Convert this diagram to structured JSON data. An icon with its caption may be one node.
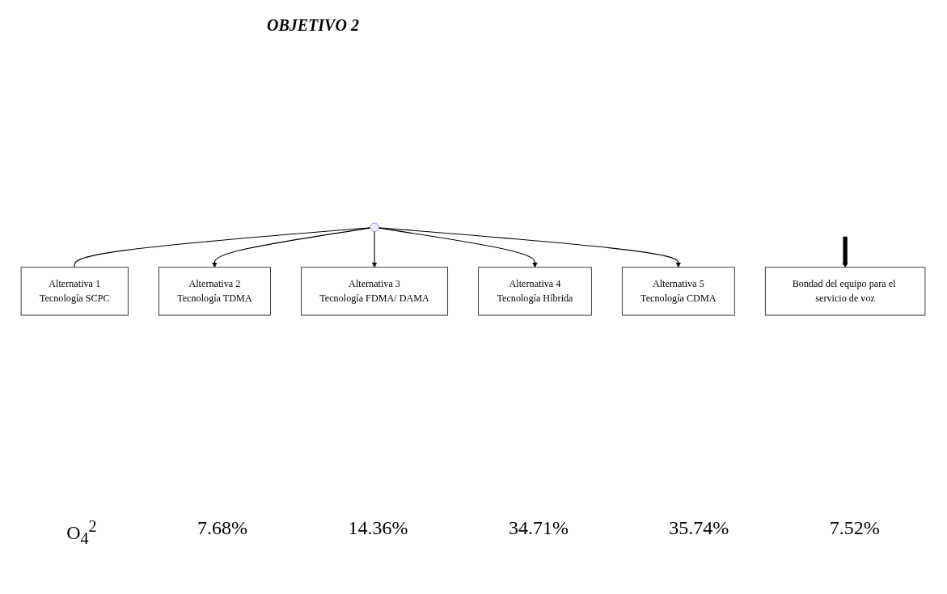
{
  "diagram": {
    "title": "OBJETIVO 2",
    "nodes": [
      {
        "text": [
          "Bondad del equipo para el servicio de voz"
        ]
      },
      {
        "text": [],
        "shape": "circle"
      },
      {
        "text": [
          "Alternativa 1",
          "Tecnología SCPC"
        ]
      },
      {
        "text": [
          "Alternativa 2",
          "Tecnología TDMA"
        ]
      },
      {
        "text": [
          "Alternativa 3",
          "Tecnología FDMA/ DAMA"
        ]
      },
      {
        "text": [
          "Alternativa 4",
          "Tecnología Híbrida"
        ]
      },
      {
        "text": [
          "Alternativa 5",
          "Tecnología CDMA"
        ]
      }
    ],
    "edges": [
      {
        "from": null,
        "to": 0,
        "arrow": "to",
        "style": "thick"
      },
      {
        "from": 1,
        "to": 2,
        "arrow": "none"
      },
      {
        "from": 1,
        "to": 3,
        "arrow": "to"
      },
      {
        "from": 1,
        "to": 4,
        "arrow": "to"
      },
      {
        "from": 1,
        "to": 5,
        "arrow": "to"
      },
      {
        "from": 1,
        "to": 6,
        "arrow": "to"
      }
    ],
    "labels": [
      "O$_{4}$$^{2}$",
      "7.68%",
      "14.36%",
      "34.71%",
      "35.74%",
      "7.52%"
    ]
  }
}
